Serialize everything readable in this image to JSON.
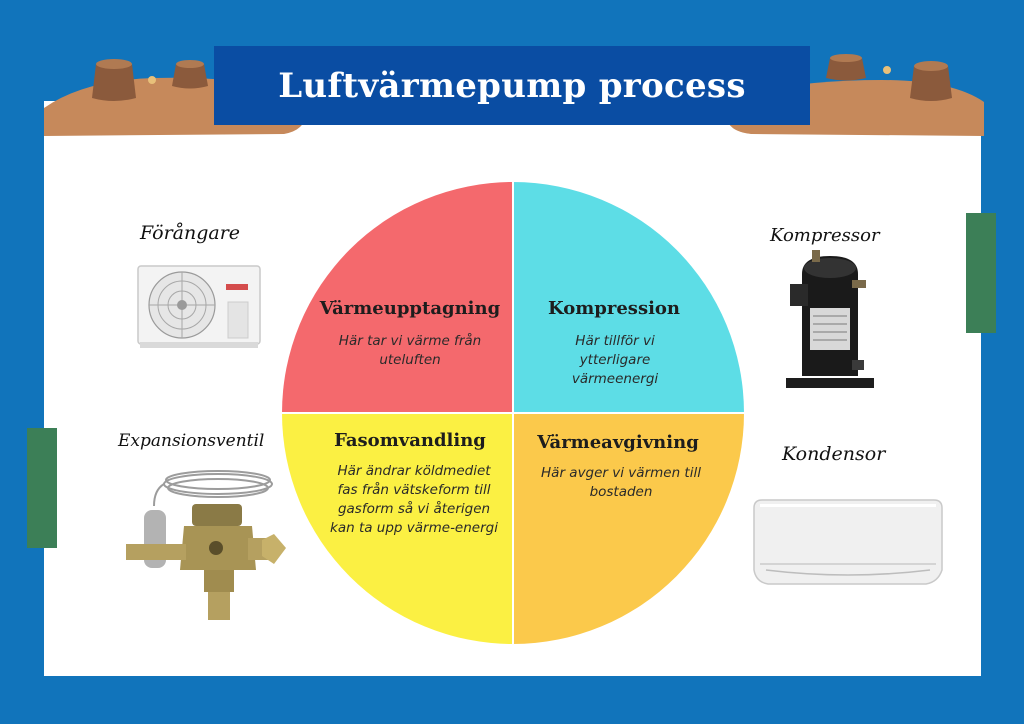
{
  "title": "Luftvärmepump process",
  "quadrants": {
    "top_left": {
      "title": "Värmeupptagning",
      "desc": "Här tar vi värme från uteluften",
      "color": "#f4696d"
    },
    "top_right": {
      "title": "Kompression",
      "desc": "Här tillför vi ytterligare värmeenergi",
      "color": "#5ddde6"
    },
    "bottom_left": {
      "title": "Fasomvandling",
      "desc": "Här ändrar köldmediet fas från vätskeform till gasform så vi återigen kan ta upp värme-energi",
      "color": "#fbf043"
    },
    "bottom_right": {
      "title": "Värmeavgivning",
      "desc": "Här avger vi värmen till bostaden",
      "color": "#fbc94b"
    }
  },
  "components": {
    "evaporator": "Förångare",
    "compressor": "Kompressor",
    "expansion_valve": "Expansionsventil",
    "condenser": "Kondensor"
  },
  "colors": {
    "background": "#1174bb",
    "banner": "#0a4da3",
    "tape": "#3c7f57",
    "ground": "#c6895b"
  },
  "icons": [
    "outdoor-unit-icon",
    "compressor-icon",
    "expansion-valve-icon",
    "indoor-unit-icon",
    "tree-stump-icon"
  ]
}
